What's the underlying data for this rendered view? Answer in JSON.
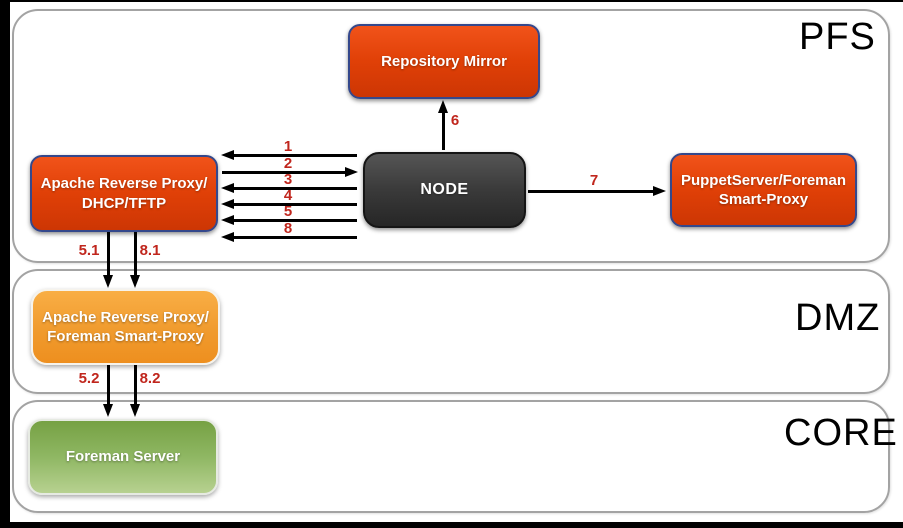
{
  "zones": {
    "pfs": {
      "label": "PFS"
    },
    "dmz": {
      "label": "DMZ"
    },
    "core": {
      "label": "CORE"
    }
  },
  "nodes": {
    "repository_mirror": {
      "label": "Repository Mirror",
      "zone": "PFS"
    },
    "node": {
      "label": "NODE",
      "zone": "PFS"
    },
    "apache_reverse_proxy_pfs": {
      "line1": "Apache Reverse Proxy/",
      "line2": "DHCP/TFTP",
      "zone": "PFS"
    },
    "puppetserver": {
      "line1": "PuppetServer/Foreman",
      "line2": "Smart-Proxy",
      "zone": "PFS"
    },
    "apache_reverse_proxy_dmz": {
      "line1": "Apache Reverse Proxy/",
      "line2": "Foreman Smart-Proxy",
      "zone": "DMZ"
    },
    "foreman_server": {
      "label": "Foreman Server",
      "zone": "CORE"
    }
  },
  "arrows": {
    "a1": {
      "label": "1",
      "from": "NODE",
      "to": "Apache Reverse Proxy/DHCP/TFTP",
      "direction": "left"
    },
    "a2": {
      "label": "2",
      "from": "Apache Reverse Proxy/DHCP/TFTP",
      "to": "NODE",
      "direction": "right"
    },
    "a3": {
      "label": "3",
      "from": "NODE",
      "to": "Apache Reverse Proxy/DHCP/TFTP",
      "direction": "left"
    },
    "a4": {
      "label": "4",
      "from": "NODE",
      "to": "Apache Reverse Proxy/DHCP/TFTP",
      "direction": "left"
    },
    "a5": {
      "label": "5",
      "from": "NODE",
      "to": "Apache Reverse Proxy/DHCP/TFTP",
      "direction": "left"
    },
    "a8": {
      "label": "8",
      "from": "NODE",
      "to": "Apache Reverse Proxy/DHCP/TFTP",
      "direction": "left"
    },
    "a6": {
      "label": "6",
      "from": "NODE",
      "to": "Repository Mirror",
      "direction": "up"
    },
    "a7": {
      "label": "7",
      "from": "NODE",
      "to": "PuppetServer/Foreman Smart-Proxy",
      "direction": "right"
    },
    "a51": {
      "label": "5.1",
      "from": "Apache Reverse Proxy/DHCP/TFTP",
      "to": "Apache Reverse Proxy/Foreman Smart-Proxy",
      "direction": "down"
    },
    "a81": {
      "label": "8.1",
      "from": "Apache Reverse Proxy/DHCP/TFTP",
      "to": "Apache Reverse Proxy/Foreman Smart-Proxy",
      "direction": "down"
    },
    "a52": {
      "label": "5.2",
      "from": "Apache Reverse Proxy/Foreman Smart-Proxy",
      "to": "Foreman Server",
      "direction": "down"
    },
    "a82": {
      "label": "8.2",
      "from": "Apache Reverse Proxy/Foreman Smart-Proxy",
      "to": "Foreman Server",
      "direction": "down"
    }
  },
  "colors": {
    "arrow_label_red": "#c0261d",
    "box_orange": "#e04007",
    "box_orange_border": "#34488c",
    "box_dark": "#3a3a3a",
    "box_amber": "#f09b2e",
    "box_green": "#8fb763",
    "zone_border": "#a3a3a3",
    "background_frame": "#000000",
    "paper": "#ffffff"
  }
}
